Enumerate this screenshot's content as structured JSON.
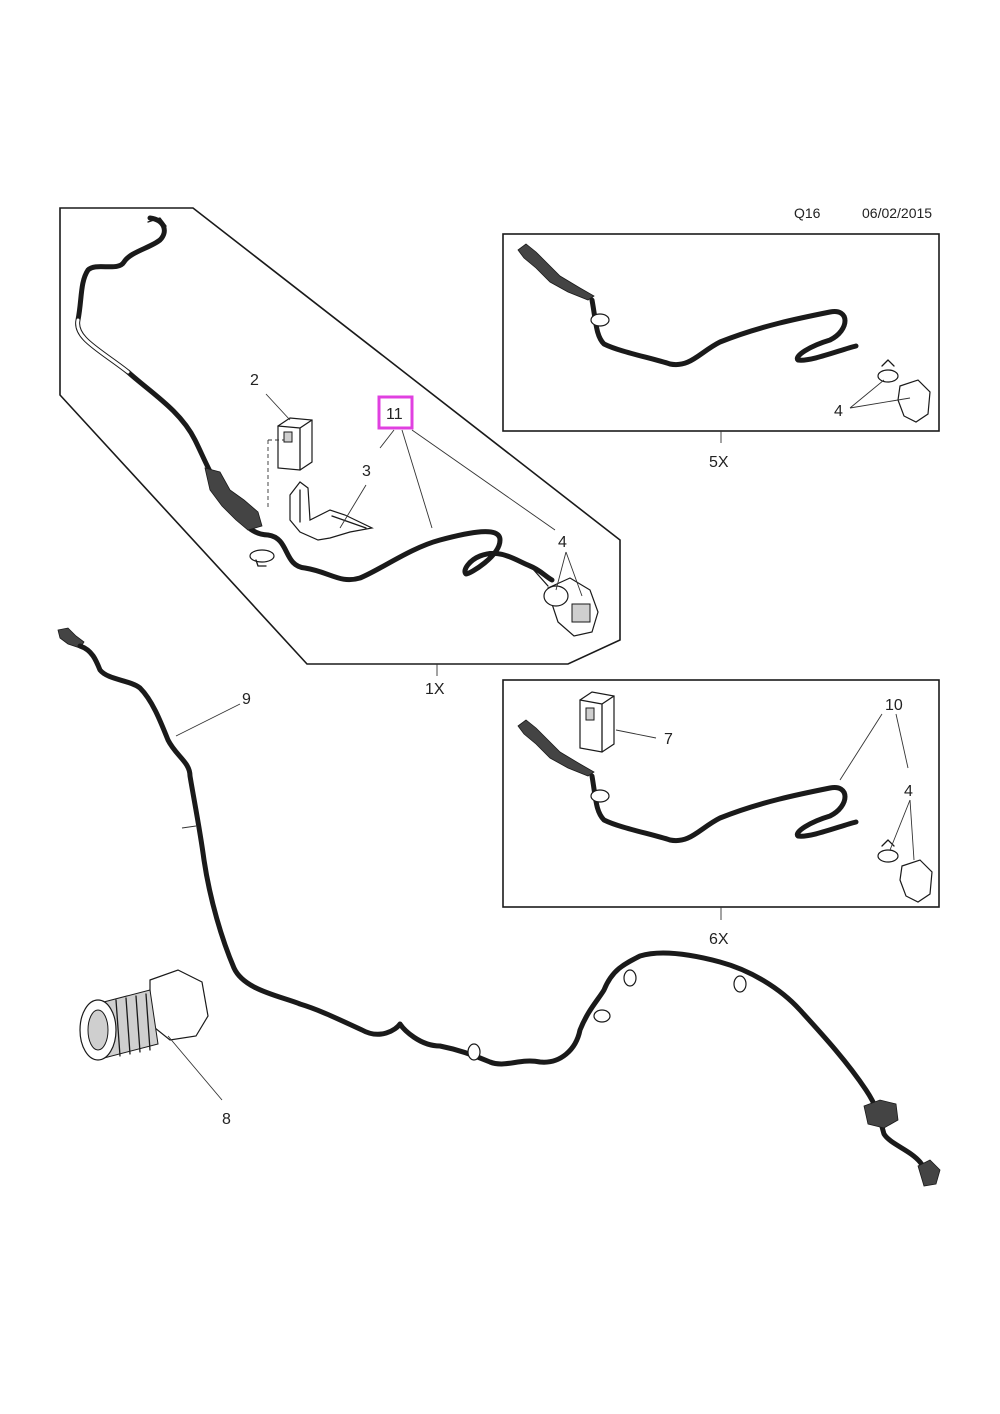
{
  "header": {
    "code": "Q16",
    "date": "06/02/2015"
  },
  "highlight_color": "#e040e0",
  "callouts": {
    "c2": "2",
    "c3": "3",
    "c4_group1": "4",
    "c11": "11",
    "c4_group5": "4",
    "c9": "9",
    "c7": "7",
    "c10": "10",
    "c4_group6": "4",
    "c8": "8"
  },
  "groups": {
    "g1": "1X",
    "g5": "5X",
    "g6": "6X"
  }
}
